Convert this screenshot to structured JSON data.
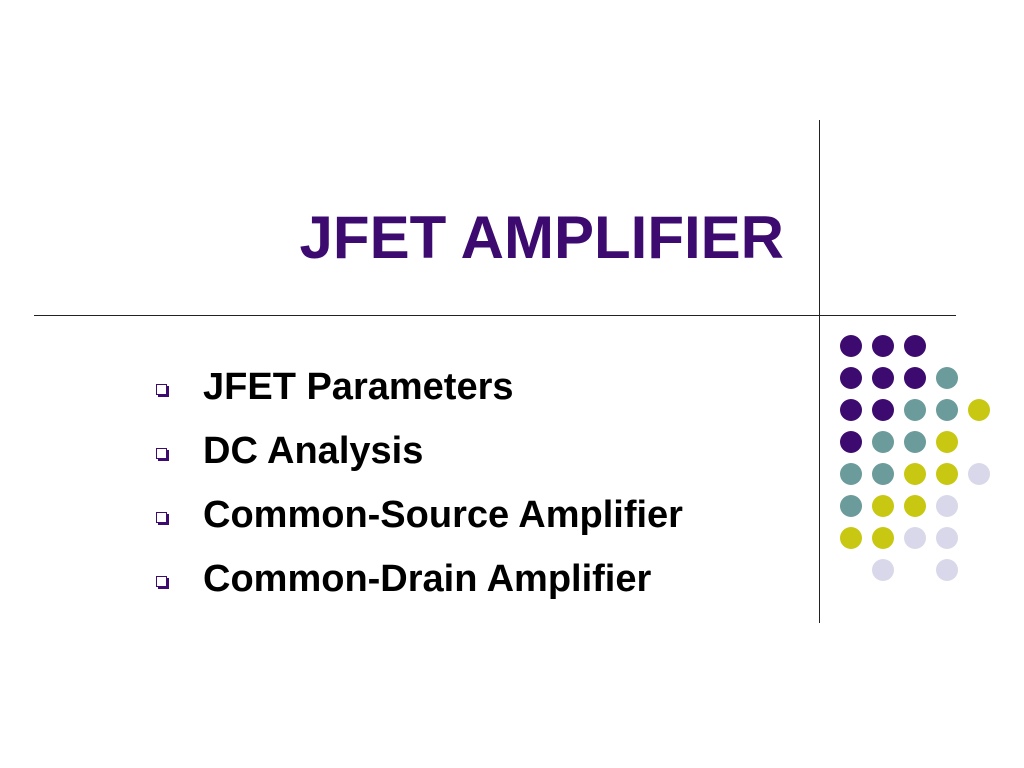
{
  "slide": {
    "title": "JFET AMPLIFIER",
    "bullets": [
      "JFET Parameters",
      "DC Analysis",
      "Common-Source Amplifier",
      "Common-Drain Amplifier"
    ]
  },
  "colors": {
    "title": "#3d0b6f",
    "bullet_marker": "#3d0b6f",
    "text": "#000000",
    "rules": "#222222",
    "dot_palette": {
      "purple": "#3d0b6f",
      "teal": "#6b9b9b",
      "lime": "#c8c812",
      "lavender": "#d8d8ea"
    }
  },
  "decoration": {
    "dot_grid_rows": [
      [
        "purple",
        "purple",
        "purple",
        null,
        null
      ],
      [
        "purple",
        "purple",
        "purple",
        "teal",
        null
      ],
      [
        "purple",
        "purple",
        "teal",
        "teal",
        "lime"
      ],
      [
        "purple",
        "teal",
        "teal",
        "lime",
        null
      ],
      [
        "teal",
        "teal",
        "lime",
        "lime",
        "lavender"
      ],
      [
        "teal",
        "lime",
        "lime",
        "lavender",
        null
      ],
      [
        "lime",
        "lime",
        "lavender",
        "lavender",
        null
      ],
      [
        null,
        "lavender",
        null,
        "lavender",
        null
      ]
    ]
  }
}
